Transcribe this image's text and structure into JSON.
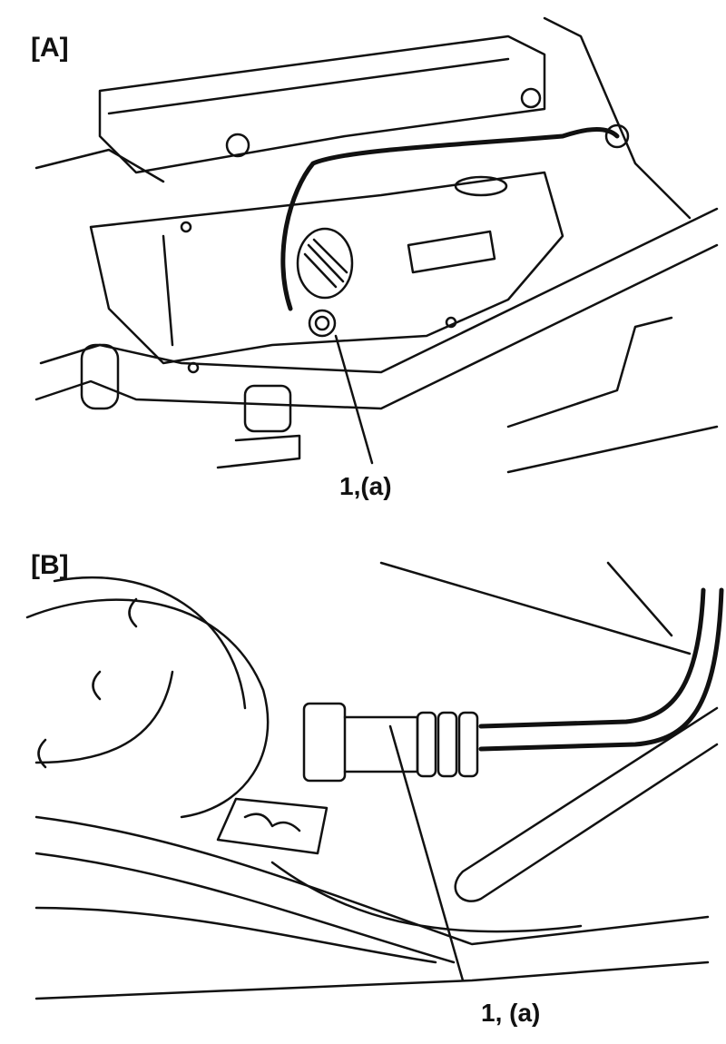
{
  "panels": [
    {
      "label": "[A]",
      "callout": "1,(a)"
    },
    {
      "label": "[B]",
      "callout": "1, (a)"
    }
  ]
}
